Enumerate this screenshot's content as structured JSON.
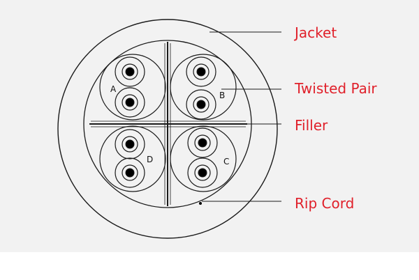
{
  "diagram": {
    "labels": {
      "jacket": "Jacket",
      "twisted_pair": "Twisted Pair",
      "filler": "Filler",
      "rip_cord": "Rip Cord"
    },
    "pairs": {
      "a": "A",
      "b": "B",
      "c": "C",
      "d": "D"
    }
  },
  "colors": {
    "label_text": "#e0202a",
    "line": "#1a1a1a",
    "panel_background": "#f2f2f2",
    "page_background": "#ffffff"
  }
}
